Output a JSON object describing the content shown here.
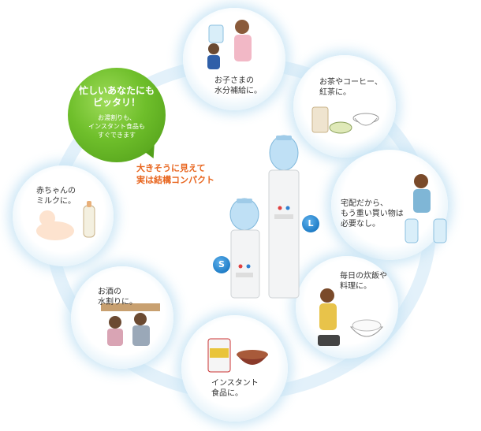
{
  "promo": {
    "headline": "忙しいあなたにも\nピッタリ！",
    "subtext": "お湯割りも、\nインスタント食品も\nすぐできます"
  },
  "tagline": "大きそうに見えて\n実は結構コンパクト",
  "sizes": {
    "small": "S",
    "large": "L"
  },
  "uses": {
    "kids": "お子さまの\n水分補給に。",
    "tea": "お茶やコーヒー、\n紅茶に。",
    "delivery": "宅配だから、\nもう重い買い物は\n必要なし。",
    "rice": "毎日の炊飯や\n料理に。",
    "instant": "インスタント\n食品に。",
    "alcohol": "お酒の\n水割りに。",
    "baby": "赤ちゃんの\nミルクに。"
  },
  "colors": {
    "accent": "#e8651e",
    "promo_green": "#6fbf2b",
    "badge_blue": "#1f7dc7",
    "bubble_blue": "#cfe7f5"
  }
}
